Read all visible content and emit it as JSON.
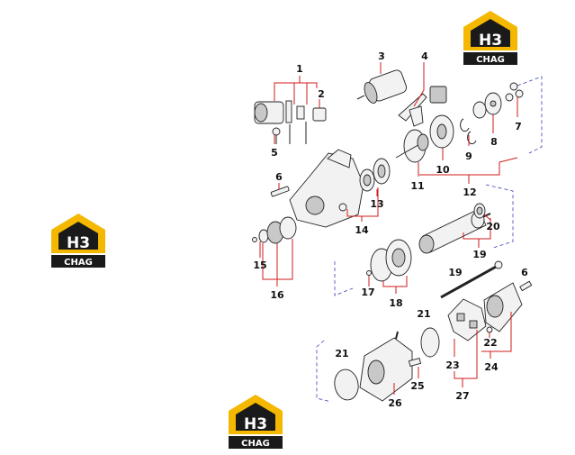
{
  "logo": {
    "mark": "H3",
    "caption": "CHAG",
    "colors": {
      "accent": "#f5b800",
      "dark": "#1a1a1a",
      "light": "#ffffff"
    }
  },
  "callouts": {
    "c1": "1",
    "c2": "2",
    "c3": "3",
    "c4": "4",
    "c5": "5",
    "c6a": "6",
    "c6b": "6",
    "c7": "7",
    "c8": "8",
    "c9": "9",
    "c10": "10",
    "c11": "11",
    "c12": "12",
    "c13": "13",
    "c14": "14",
    "c15": "15",
    "c16": "16",
    "c17": "17",
    "c18": "18",
    "c19a": "19",
    "c19b": "19",
    "c20": "20",
    "c21a": "21",
    "c21b": "21",
    "c22": "22",
    "c23": "23",
    "c24": "24",
    "c25": "25",
    "c26": "26",
    "c27": "27"
  },
  "colors": {
    "leader": "#d11b1b",
    "bracket": "#3a3fb8",
    "line": "#222222"
  }
}
